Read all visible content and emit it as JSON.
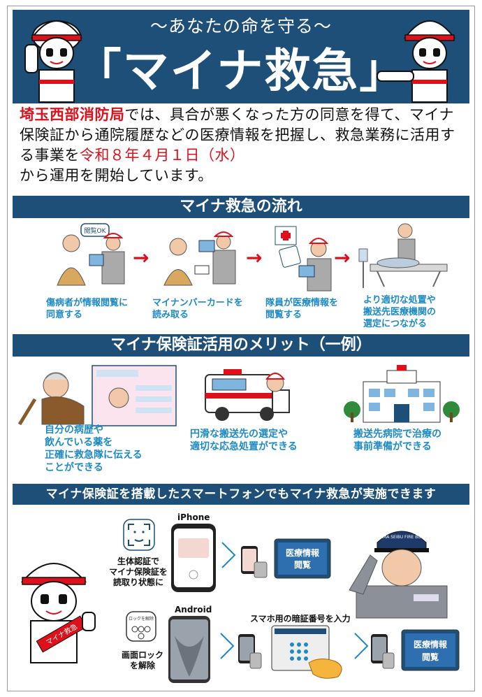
{
  "header": {
    "subtitle": "〜あなたの命を守る〜",
    "title": "「マイナ救急」"
  },
  "intro": {
    "org": "埼玉西部消防局",
    "part1": "では、具合が悪くなった方の同意を得て、マイナ保険証から通院履歴などの医療情報を把握し、救急業務に活用する事業を",
    "date": "令和８年４月１日（水）",
    "part2": "から運用を開始しています。"
  },
  "flow": {
    "title": "マイナ救急の流れ",
    "bubble": "閲覧OK",
    "steps": [
      {
        "line1": "傷病者が情報閲覧に",
        "line2": "同意する",
        "line3": ""
      },
      {
        "line1": "マイナンバーカードを",
        "line2": "読み取る",
        "line3": ""
      },
      {
        "line1": "隊員が医療情報を",
        "line2": "閲覧する",
        "line3": ""
      },
      {
        "line1": "より適切な処置や",
        "line2": "搬送先医療機関の",
        "line3": "選定につながる"
      }
    ],
    "arrow": "→"
  },
  "merit": {
    "title": "マイナ保険証活用のメリット（一例）",
    "items": [
      {
        "line1": "自分の病歴や",
        "line2": "飲んでいる薬を",
        "line3": "正確に救急隊に伝える",
        "line4": "ことができる"
      },
      {
        "line1": "円滑な搬送先の選定や",
        "line2": "適切な応急処置ができる"
      },
      {
        "line1": "搬送先病院で治療の",
        "line2": "事前準備ができる"
      }
    ]
  },
  "smartphone": {
    "title": "マイナ保険証を搭載したスマートフォンでもマイナ救急が実施できます",
    "iphone_label": "iPhone",
    "android_label": "Android",
    "iphone_desc": {
      "line1": "生体認証で",
      "line2": "マイナ保険証を",
      "line3": "読取り状態に"
    },
    "android_desc": {
      "line1": "画面ロック",
      "line2": "を解除"
    },
    "lock_icon_label": "ロックを解除",
    "pin_label": "スマホ用の暗証番号を入力",
    "screen_label_1": "医療情報",
    "screen_label_2": "閲覧",
    "mascot_sash": "マイナ救急",
    "cap_text": "SAITAMA SEIBU FIRE BUREAU"
  },
  "colors": {
    "navy": "#1e4f78",
    "red": "#e0101a",
    "caption_blue": "#1d8ac6"
  }
}
